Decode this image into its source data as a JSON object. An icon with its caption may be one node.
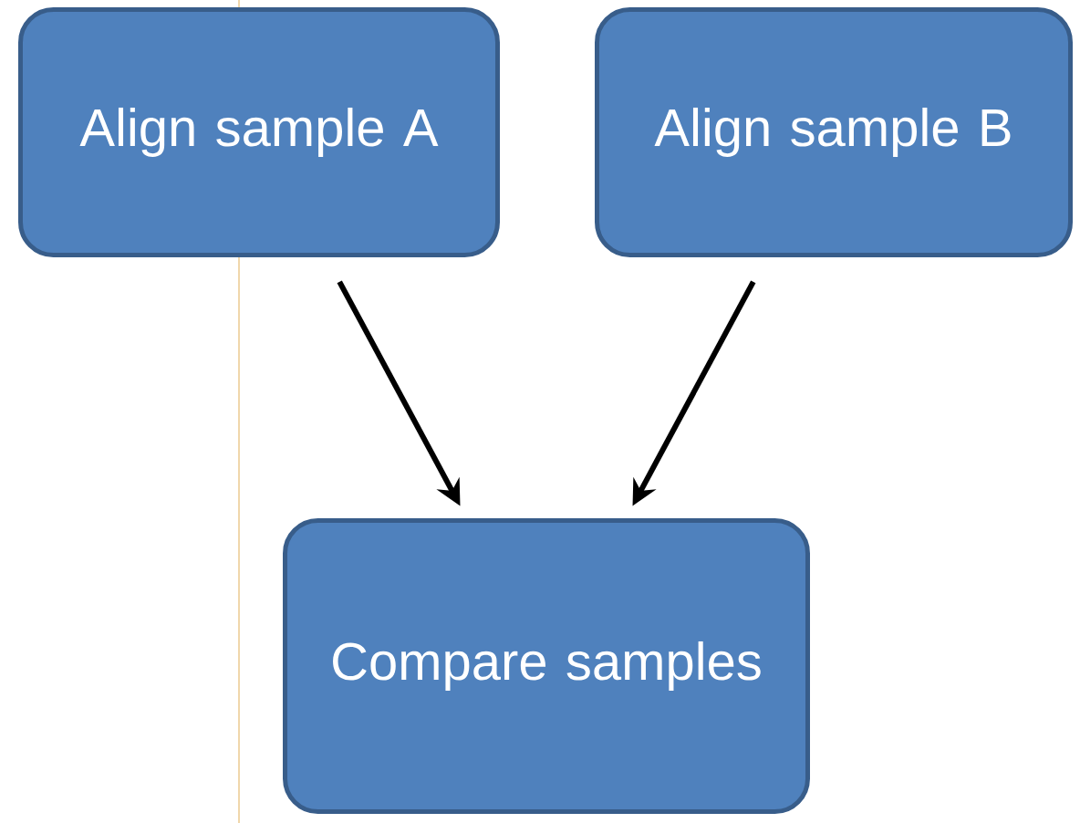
{
  "diagram": {
    "nodes": [
      {
        "text": [
          "Align sample A"
        ]
      },
      {
        "text": [
          "Align sample B"
        ]
      },
      {
        "text": [
          "Compare samples"
        ]
      }
    ],
    "edges": [
      {
        "from": 0,
        "to": 2,
        "arrow": "to"
      },
      {
        "from": 1,
        "to": 2,
        "arrow": "to"
      }
    ]
  }
}
